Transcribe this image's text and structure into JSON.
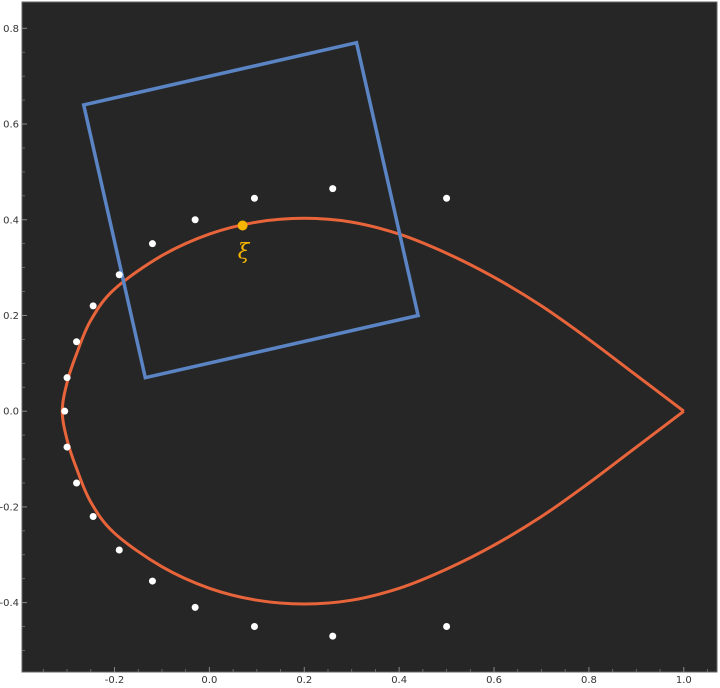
{
  "chart_data": {
    "type": "scatter",
    "title": "",
    "xlabel": "",
    "ylabel": "",
    "xlim": [
      -0.395,
      1.07
    ],
    "ylim": [
      -0.545,
      0.855
    ],
    "x_ticks": [
      -0.2,
      0.0,
      0.2,
      0.4,
      0.6,
      0.8,
      1.0
    ],
    "x_tick_labels": [
      "-0.2",
      "0.0",
      "0.2",
      "0.4",
      "0.6",
      "0.8",
      "1.0"
    ],
    "y_ticks": [
      -0.4,
      -0.2,
      0.0,
      0.2,
      0.4,
      0.6,
      0.8
    ],
    "y_tick_labels": [
      "-0.4",
      "-0.2",
      "0.0",
      "0.2",
      "0.4",
      "0.6",
      "0.8"
    ],
    "grid": false,
    "legend": "none",
    "colors": {
      "background": "#262626",
      "frame": "#666666",
      "curve": "#e8643a",
      "square": "#5b84c4",
      "points": "#ffffff",
      "highlight": "#f5b400"
    },
    "curve": {
      "name": "",
      "shape": "teardrop",
      "x": [
        1.0,
        0.9,
        0.8,
        0.7,
        0.6,
        0.5,
        0.4,
        0.3,
        0.2,
        0.1,
        0.0,
        -0.1,
        -0.2,
        -0.25,
        -0.28,
        -0.3,
        -0.31,
        -0.3,
        -0.28,
        -0.25,
        -0.2,
        -0.1,
        0.0,
        0.1,
        0.2,
        0.3,
        0.4,
        0.5,
        0.6,
        0.7,
        0.8,
        0.9,
        1.0
      ],
      "y": [
        0.0,
        0.075,
        0.15,
        0.22,
        0.28,
        0.33,
        0.37,
        0.395,
        0.403,
        0.395,
        0.37,
        0.325,
        0.255,
        0.19,
        0.12,
        0.06,
        0.0,
        -0.06,
        -0.12,
        -0.19,
        -0.255,
        -0.325,
        -0.37,
        -0.395,
        -0.403,
        -0.395,
        -0.37,
        -0.33,
        -0.28,
        -0.22,
        -0.15,
        -0.075,
        0.0
      ]
    },
    "square": {
      "vertices": [
        [
          -0.265,
          0.64
        ],
        [
          0.31,
          0.77
        ],
        [
          0.44,
          0.2
        ],
        [
          -0.135,
          0.07
        ]
      ]
    },
    "points": {
      "x": [
        0.5,
        0.26,
        0.095,
        -0.03,
        -0.12,
        -0.19,
        -0.245,
        -0.28,
        -0.3,
        -0.305,
        -0.3,
        -0.28,
        -0.245,
        -0.19,
        -0.12,
        -0.03,
        0.095,
        0.26,
        0.5
      ],
      "y": [
        0.445,
        0.465,
        0.445,
        0.4,
        0.35,
        0.285,
        0.22,
        0.145,
        0.07,
        0.0,
        -0.075,
        -0.15,
        -0.22,
        -0.29,
        -0.355,
        -0.41,
        -0.45,
        -0.47,
        -0.45
      ]
    },
    "highlight_point": {
      "x": 0.07,
      "y": 0.388,
      "label": "ξ"
    }
  }
}
